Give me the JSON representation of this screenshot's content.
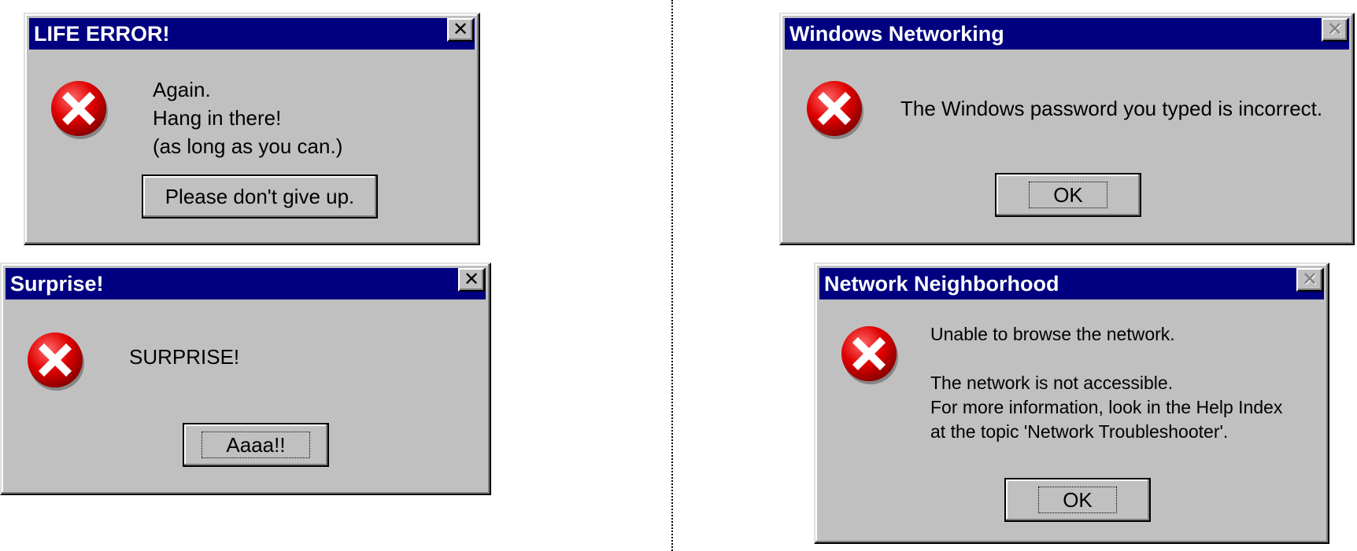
{
  "dialogs": [
    {
      "title": "LIFE ERROR!",
      "close_disabled": false,
      "icon": "error-icon",
      "message_lines": [
        "Again.",
        "Hang in there!",
        "(as long as you can.)"
      ],
      "button_label": "Please don't give up."
    },
    {
      "title": "Surprise!",
      "close_disabled": false,
      "icon": "error-icon",
      "message_lines": [
        "SURPRISE!"
      ],
      "button_label": "Aaaa!!"
    },
    {
      "title": "Windows Networking",
      "close_disabled": true,
      "icon": "error-icon",
      "message_lines": [
        "The Windows password you typed is incorrect."
      ],
      "button_label": "OK"
    },
    {
      "title": "Network Neighborhood",
      "close_disabled": true,
      "icon": "error-icon",
      "message_lines": [
        "Unable to browse the network.",
        "",
        "The network is not accessible.",
        "For more information, look in the Help Index",
        "at the topic 'Network Troubleshooter'."
      ],
      "button_label": "OK"
    }
  ],
  "close_glyph": "✕",
  "colors": {
    "titlebar": "#000080",
    "face": "#c0c0c0",
    "error_red": "#e00000"
  }
}
